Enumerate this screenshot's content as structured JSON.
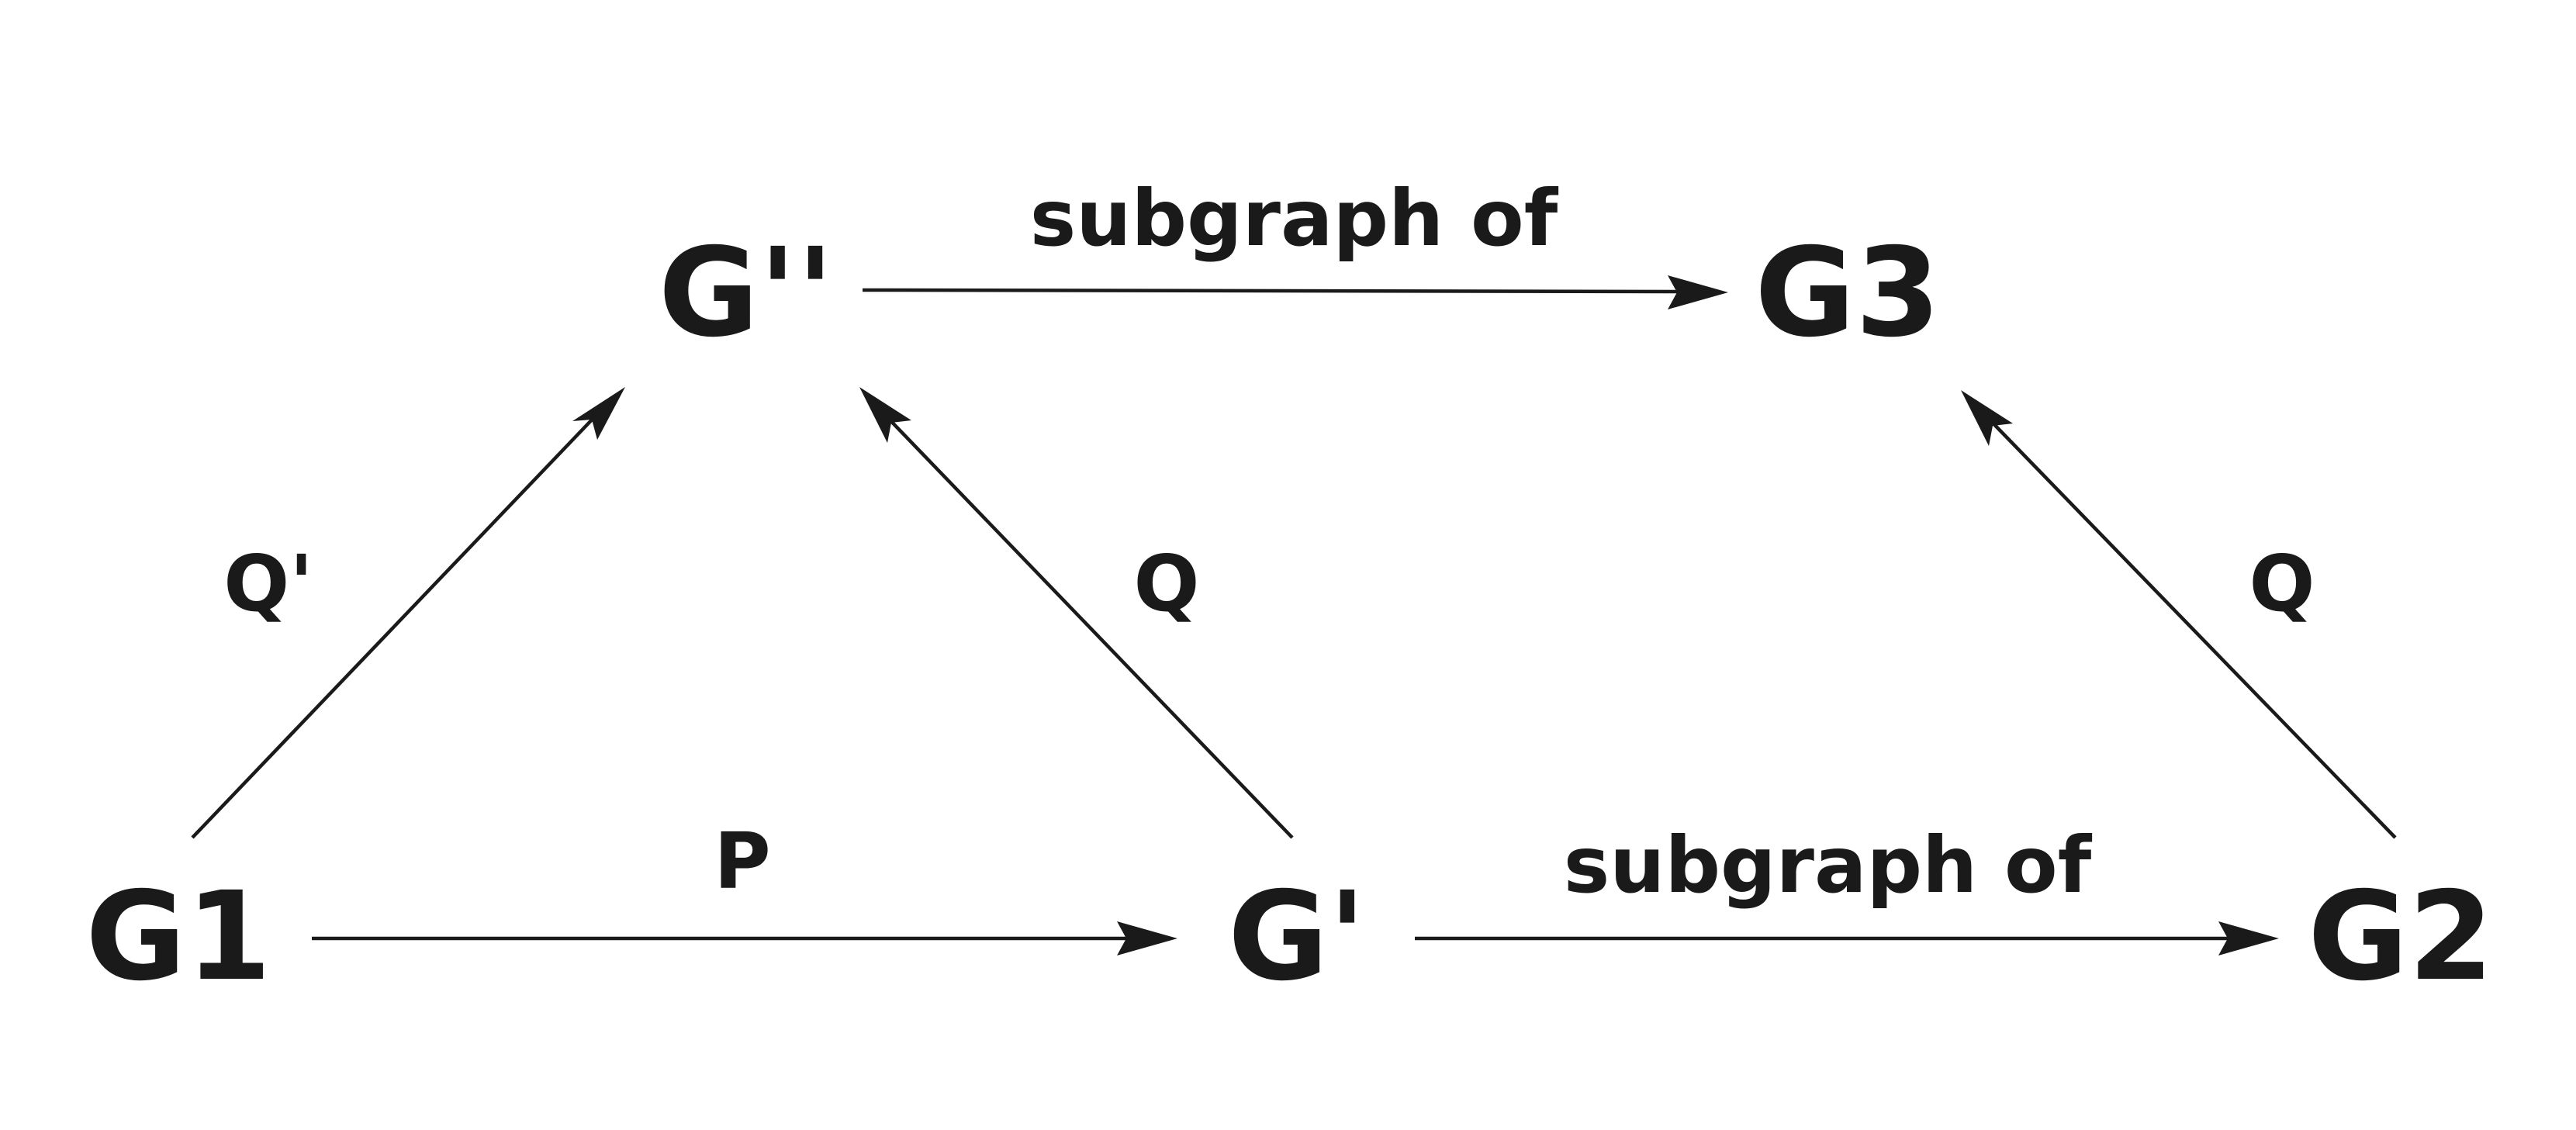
{
  "nodes": {
    "g1": "G1",
    "g_prime": "G'",
    "g2": "G2",
    "g_double_prime": "G''",
    "g3": "G3"
  },
  "edges": {
    "g1_to_g_prime": "P",
    "g1_to_g_double_prime": "Q'",
    "g_prime_to_g_double_prime": "Q",
    "g_prime_to_g2": "subgraph of",
    "g2_to_g3": "Q",
    "g_double_prime_to_g3": "subgraph of"
  },
  "colors": {
    "ink": "#1a1a1a",
    "background": "#ffffff"
  }
}
